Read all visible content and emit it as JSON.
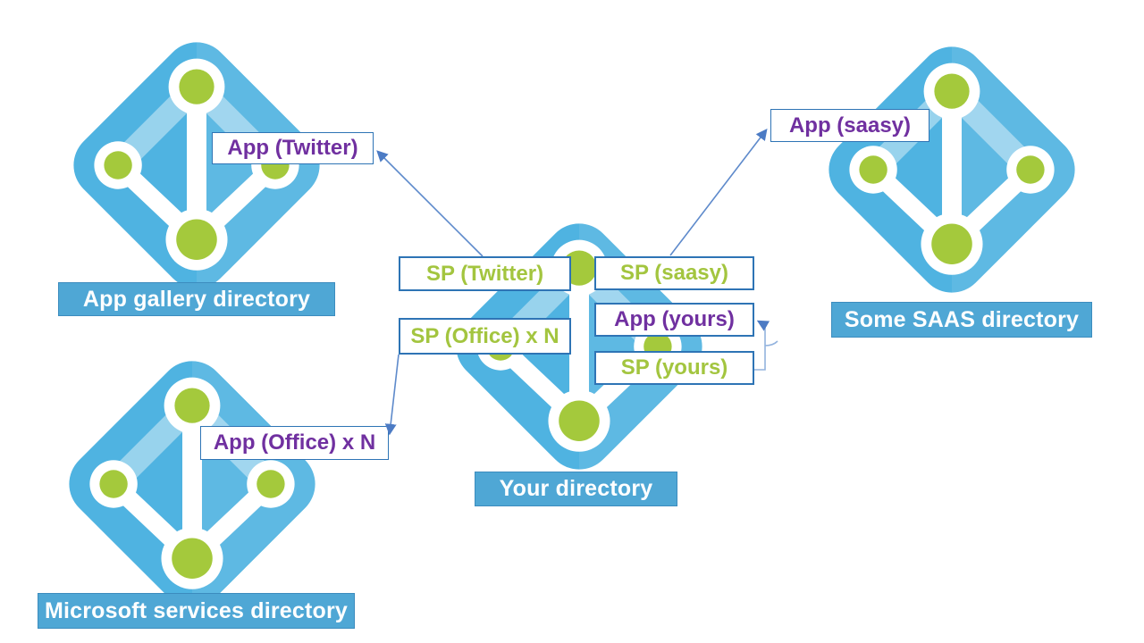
{
  "diagram": {
    "directories": {
      "gallery": {
        "label": "App gallery directory"
      },
      "microsoft": {
        "label": "Microsoft services directory"
      },
      "yours": {
        "label": "Your directory"
      },
      "saas": {
        "label": "Some SAAS directory"
      }
    },
    "labels": {
      "app_twitter": {
        "text": "App (Twitter)",
        "type": "app"
      },
      "sp_twitter": {
        "text": "SP (Twitter)",
        "type": "sp"
      },
      "sp_office": {
        "text": "SP (Office) x N",
        "type": "sp"
      },
      "app_office": {
        "text": "App (Office) x N",
        "type": "app"
      },
      "sp_saasy": {
        "text": "SP (saasy)",
        "type": "sp"
      },
      "app_yours": {
        "text": "App (yours)",
        "type": "app"
      },
      "sp_yours": {
        "text": "SP (yours)",
        "type": "sp"
      },
      "app_saasy": {
        "text": "App (saasy)",
        "type": "app"
      }
    },
    "icons": {
      "directory_icon": "azure-active-directory-icon"
    },
    "colors": {
      "icon_blue": "#4FB3E1",
      "icon_facet_white_opacity": "0.09",
      "node_green": "#A4C93C",
      "banner_blue": "#4FA7D5",
      "banner_border": "#3C8CBE",
      "app_text_purple": "#7030A0",
      "sp_text_green": "#A3C53F",
      "label_box_border": "#2E74B5",
      "arrow_blue": "#5E8ACB",
      "bracket_blue": "#93B3DE"
    }
  }
}
